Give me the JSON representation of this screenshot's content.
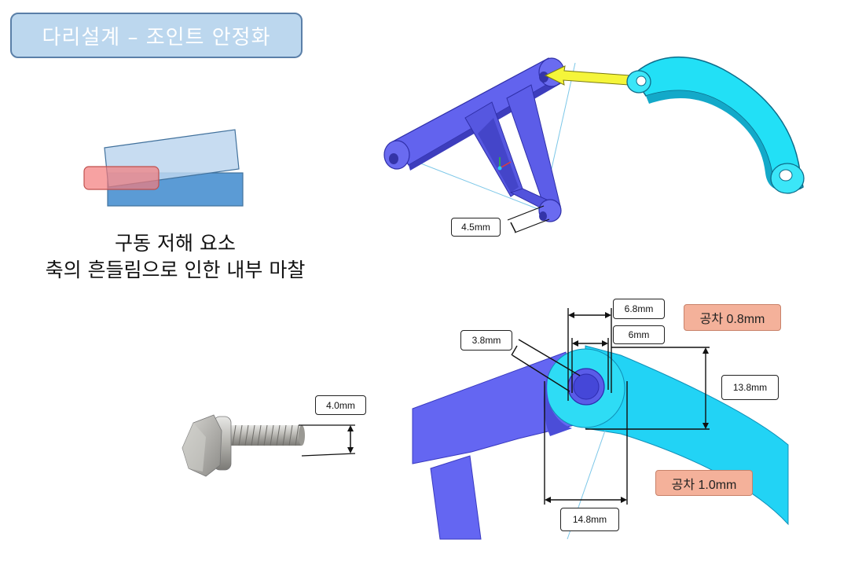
{
  "title": "다리설계 – 조인트 안정화",
  "caption": {
    "line1": "구동 저해 요소",
    "line2": "축의 흔들림으로 인한 내부 마찰"
  },
  "dimensions": {
    "link_gap": "4.5mm",
    "bolt_diameter": "4.0mm",
    "outer_width": "6.8mm",
    "inner_width": "6mm",
    "hole_diameter": "3.8mm",
    "height": "13.8mm",
    "base_width": "14.8mm"
  },
  "tolerances": {
    "tol_a": "공차 0.8mm",
    "tol_b": "공차 1.0mm"
  },
  "colors": {
    "link_blue": "#6b6cf2",
    "link_cyan": "#22d8f4",
    "arrow_yellow": "#f5f53a",
    "tolerance_fill": "#f4b19a"
  },
  "icons": [
    "bolt-image",
    "yellow-arrow"
  ]
}
